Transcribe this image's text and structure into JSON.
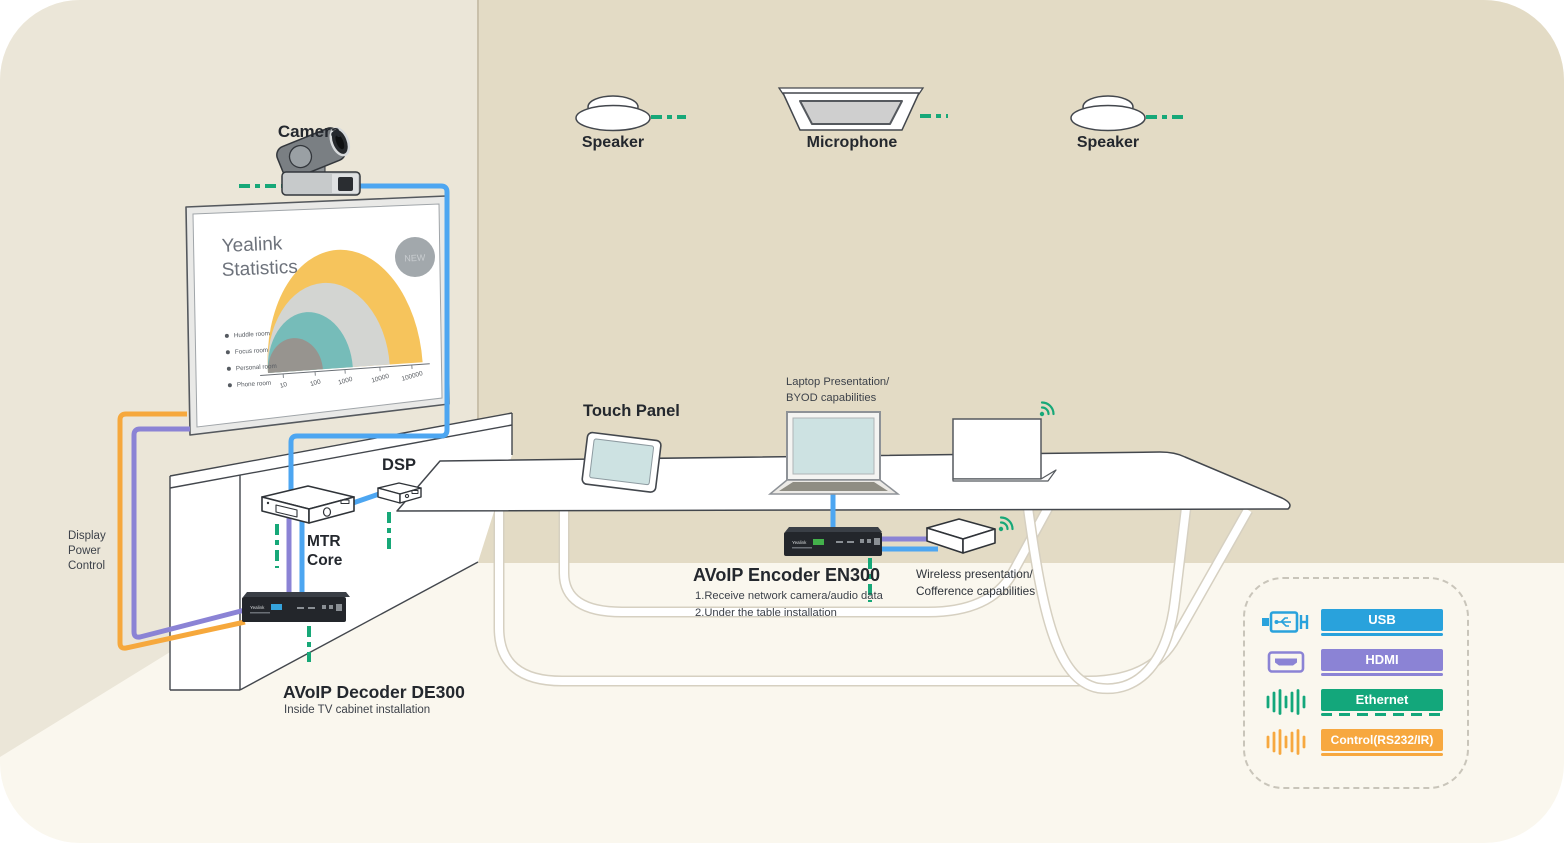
{
  "ceiling": {
    "speaker_left_label": "Speaker",
    "microphone_label": "Microphone",
    "speaker_right_label": "Speaker"
  },
  "display_wall": {
    "camera_label": "Camera",
    "display_power_control_lines": [
      "Display",
      "Power",
      "Control"
    ],
    "mtr_core_label_lines": [
      "MTR",
      "Core"
    ],
    "dsp_label": "DSP",
    "decoder": {
      "title": "AVoIP Decoder DE300",
      "subtitle": "Inside TV cabinet installation",
      "brand": "Yealink"
    }
  },
  "tv": {
    "title_lines": [
      "Yealink",
      "Statistics"
    ],
    "badge": "NEW"
  },
  "chart_data": {
    "type": "area",
    "title": "Yealink Statistics",
    "badge": "NEW",
    "categories": [
      "Huddle room",
      "Focus room",
      "Personal room",
      "Phone room"
    ],
    "values": [
      100000,
      10000,
      1000,
      150
    ],
    "x_ticks": [
      "10",
      "100",
      "1000",
      "10000",
      "100000"
    ],
    "x_scale": "log",
    "arc_colors": [
      "#f6c45c",
      "#d3d5d2",
      "#76bcb9",
      "#97948f"
    ],
    "legend_position": "left"
  },
  "table_area": {
    "touch_panel_label": "Touch Panel",
    "laptop_note_lines": [
      "Laptop Presentation/",
      "BYOD capabilities"
    ],
    "encoder": {
      "title": "AVoIP Encoder EN300",
      "note_lines": [
        "1.Receive network camera/audio data",
        "2.Under the table installation"
      ],
      "brand": "Yealink"
    },
    "wireless_note_lines": [
      "Wireless presentation/",
      "Cofference capabilities"
    ]
  },
  "legend": {
    "items": [
      {
        "label": "USB",
        "color": "#29a2dc",
        "line_style": "solid"
      },
      {
        "label": "HDMI",
        "color": "#8b83d5",
        "line_style": "solid"
      },
      {
        "label": "Ethernet",
        "color": "#13a77b",
        "line_style": "dashed"
      },
      {
        "label": "Control(RS232/IR)",
        "color": "#f7a83f",
        "line_style": "solid"
      }
    ]
  },
  "colors": {
    "usb_cable": "#4da6f1",
    "hdmi_cable": "#8b83d5",
    "ethernet_cable": "#17a878",
    "control_cable": "#f6a83c",
    "wall_left": "#ebe6d8",
    "wall_right": "#e3dbc5",
    "floor": "#faf7ee"
  }
}
